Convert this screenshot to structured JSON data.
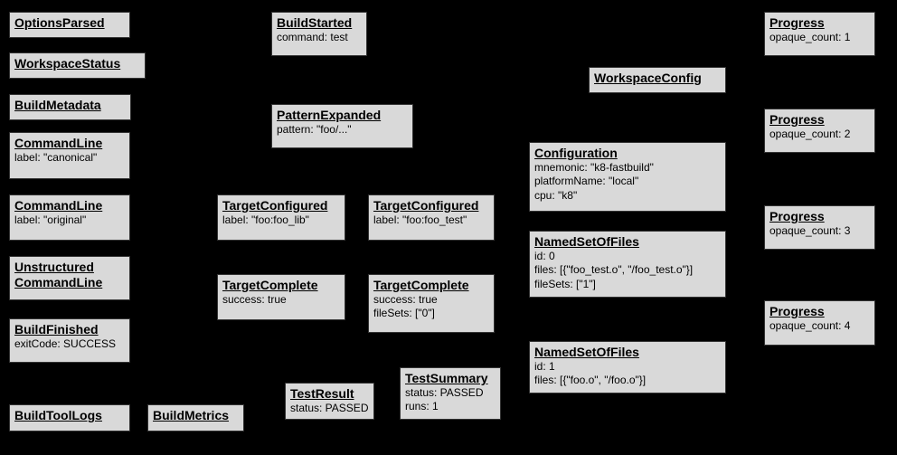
{
  "canvas": {
    "background": "#000000",
    "node_fill": "#d9d9d9",
    "node_border": "#333333",
    "text_color": "#000000"
  },
  "nodes": {
    "options_parsed": {
      "title": "OptionsParsed",
      "body": ""
    },
    "workspace_status": {
      "title": "WorkspaceStatus",
      "body": ""
    },
    "build_metadata": {
      "title": "BuildMetadata",
      "body": ""
    },
    "command_line_canonical": {
      "title": "CommandLine",
      "body": "label: \"canonical\""
    },
    "command_line_original": {
      "title": "CommandLine",
      "body": "label: \"original\""
    },
    "unstructured_command_line": {
      "title": "Unstructured CommandLine",
      "body": ""
    },
    "build_finished": {
      "title": "BuildFinished",
      "body": "exitCode: SUCCESS"
    },
    "build_tool_logs": {
      "title": "BuildToolLogs",
      "body": ""
    },
    "build_metrics": {
      "title": "BuildMetrics",
      "body": ""
    },
    "build_started": {
      "title": "BuildStarted",
      "body": "command: test"
    },
    "pattern_expanded": {
      "title": "PatternExpanded",
      "body": "pattern: \"foo/...\""
    },
    "target_configured_lib": {
      "title": "TargetConfigured",
      "body": "label: \"foo:foo_lib\""
    },
    "target_configured_test": {
      "title": "TargetConfigured",
      "body": "label: \"foo:foo_test\""
    },
    "target_complete_lib": {
      "title": "TargetComplete",
      "body": "success: true"
    },
    "target_complete_test": {
      "title": "TargetComplete",
      "body": "success: true\nfileSets: [\"0\"]"
    },
    "test_result": {
      "title": "TestResult",
      "body": "status: PASSED"
    },
    "test_summary": {
      "title": "TestSummary",
      "body": "status: PASSED\nruns: 1"
    },
    "workspace_config": {
      "title": "WorkspaceConfig",
      "body": ""
    },
    "configuration": {
      "title": "Configuration",
      "body": "mnemonic: \"k8-fastbuild\"\nplatformName: \"local\"\ncpu: \"k8\""
    },
    "named_set_of_files_0": {
      "title": "NamedSetOfFiles",
      "body": "id: 0\nfiles: [{\"foo_test.o\", \"/foo_test.o\"}]\nfileSets: [\"1\"]"
    },
    "named_set_of_files_1": {
      "title": "NamedSetOfFiles",
      "body": "id: 1\nfiles: [{\"foo.o\", \"/foo.o\"}]"
    },
    "progress_1": {
      "title": "Progress",
      "body": "opaque_count: 1"
    },
    "progress_2": {
      "title": "Progress",
      "body": "opaque_count: 2"
    },
    "progress_3": {
      "title": "Progress",
      "body": "opaque_count: 3"
    },
    "progress_4": {
      "title": "Progress",
      "body": "opaque_count: 4"
    }
  }
}
